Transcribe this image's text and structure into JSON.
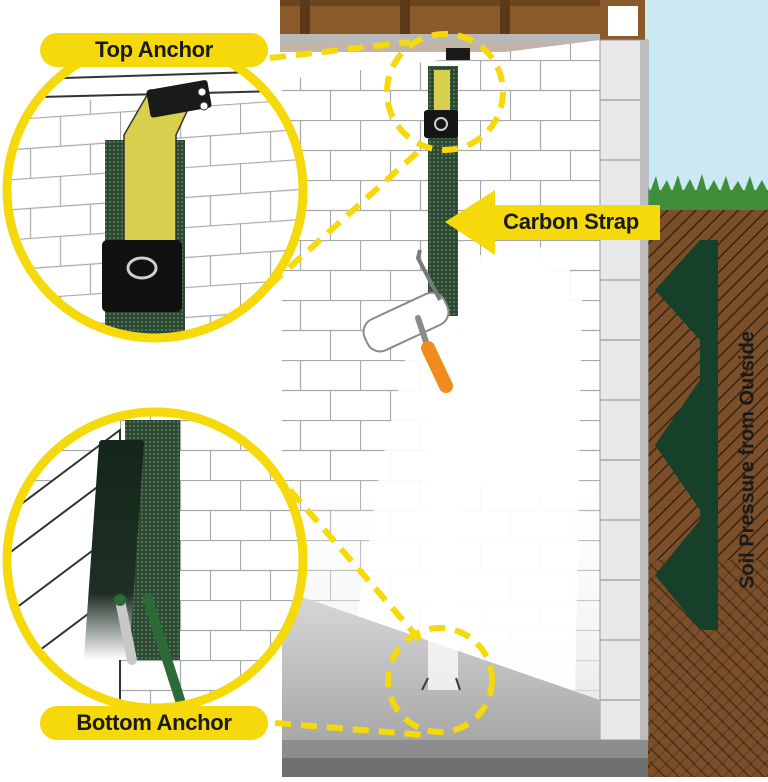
{
  "labels": {
    "top_anchor": "Top Anchor",
    "carbon_strap": "Carbon Strap",
    "bottom_anchor": "Bottom Anchor",
    "soil_pressure": "Soil Pressure from Outside"
  },
  "colors": {
    "label_yellow": "#f5d90a",
    "strap_green": "#2c4a33",
    "soil_arrow_green": "#17402a",
    "soil_brown": "#7a4f2a",
    "sky_blue": "#cbe8f3",
    "grass_green": "#3f8f3a",
    "joist_wood": "#8a5a2b",
    "roller_orange": "#f08c1e"
  },
  "icons": [
    "paint-roller-icon",
    "anchor-bracket-icon"
  ]
}
